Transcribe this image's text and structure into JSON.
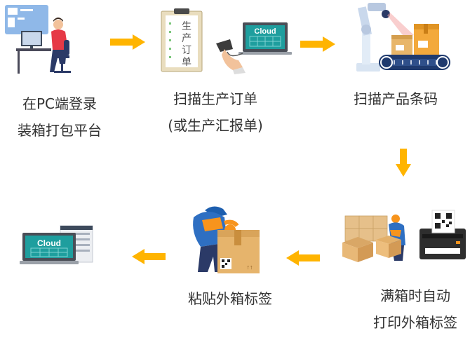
{
  "steps": [
    {
      "id": "login",
      "lines": [
        "在PC端登录",
        "装箱打包平台"
      ]
    },
    {
      "id": "scan-order",
      "lines": [
        "扫描生产订单",
        "(或生产汇报单)"
      ],
      "clipboard_text": [
        "生",
        "产",
        "订",
        "单"
      ],
      "screen_label": "Cloud"
    },
    {
      "id": "scan-product",
      "lines": [
        "扫描产品条码"
      ]
    },
    {
      "id": "auto-print",
      "lines": [
        "满箱时自动",
        "打印外箱标签"
      ]
    },
    {
      "id": "attach-label",
      "lines": [
        "粘贴外箱标签"
      ]
    },
    {
      "id": "upload",
      "lines": [],
      "screen_label": "Cloud"
    }
  ],
  "colors": {
    "arrow": "#FFB400",
    "accent_orange": "#F7941D",
    "cloud_screen": "#1E9E9E",
    "text": "#333333"
  }
}
